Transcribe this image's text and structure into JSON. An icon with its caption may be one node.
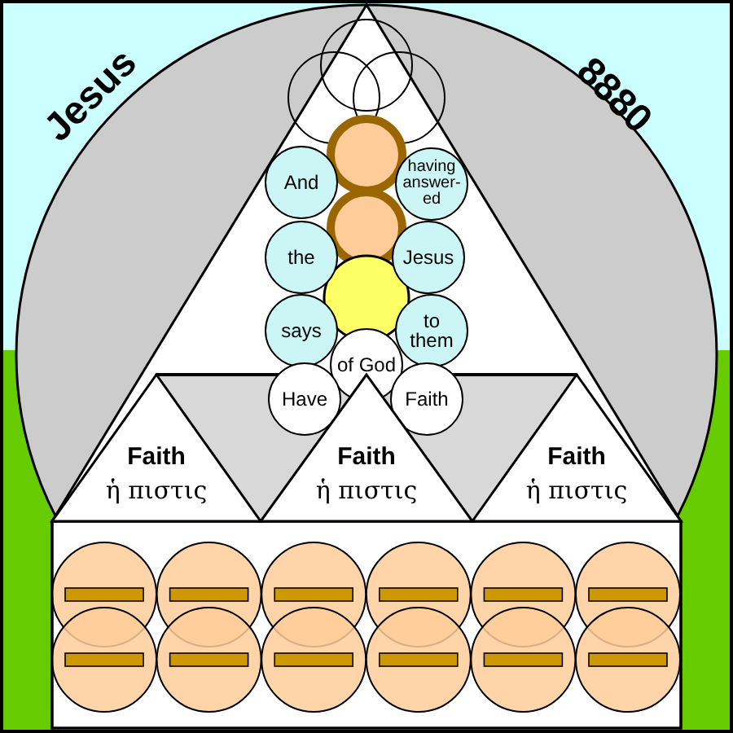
{
  "diagram": {
    "nodes": [
      {
        "text": [
          "And"
        ]
      },
      {
        "text": [
          "having answer-ed"
        ]
      },
      {
        "text": [
          "the"
        ]
      },
      {
        "text": [
          "Jesus"
        ]
      },
      {
        "text": [
          "says"
        ]
      },
      {
        "text": [
          "to them"
        ]
      },
      {
        "text": [
          "of God"
        ]
      },
      {
        "text": [
          "Have"
        ]
      },
      {
        "text": [
          "Faith"
        ]
      },
      {
        "text": [
          "Faith",
          "ἡ πιστις"
        ]
      },
      {
        "text": [
          "Faith",
          "ἡ πιστις"
        ]
      },
      {
        "text": [
          "Faith",
          "ἡ πιστις"
        ]
      }
    ],
    "labels": [
      "Jesus",
      "8880"
    ]
  }
}
